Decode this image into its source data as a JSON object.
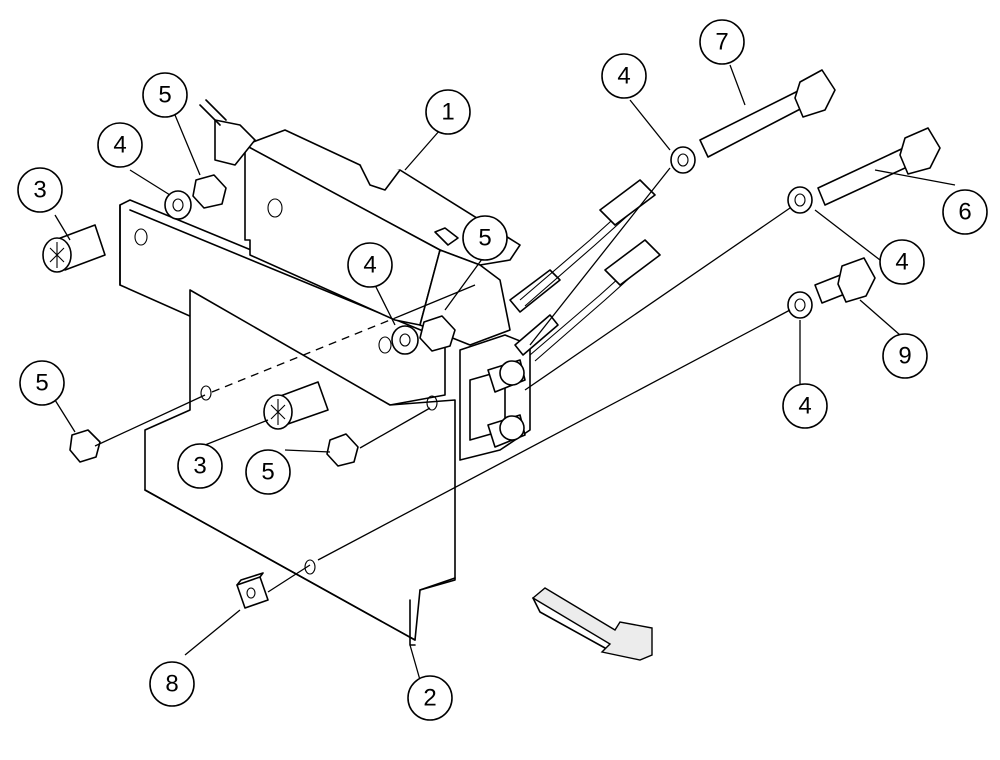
{
  "callouts": [
    {
      "label": "1"
    },
    {
      "label": "2"
    },
    {
      "label": "3"
    },
    {
      "label": "3"
    },
    {
      "label": "4"
    },
    {
      "label": "4"
    },
    {
      "label": "4"
    },
    {
      "label": "4"
    },
    {
      "label": "4"
    },
    {
      "label": "5"
    },
    {
      "label": "5"
    },
    {
      "label": "5"
    },
    {
      "label": "5"
    },
    {
      "label": "6"
    },
    {
      "label": "7"
    },
    {
      "label": "8"
    },
    {
      "label": "9"
    }
  ],
  "icons": {
    "direction_arrow": "front-direction-arrow-icon"
  }
}
